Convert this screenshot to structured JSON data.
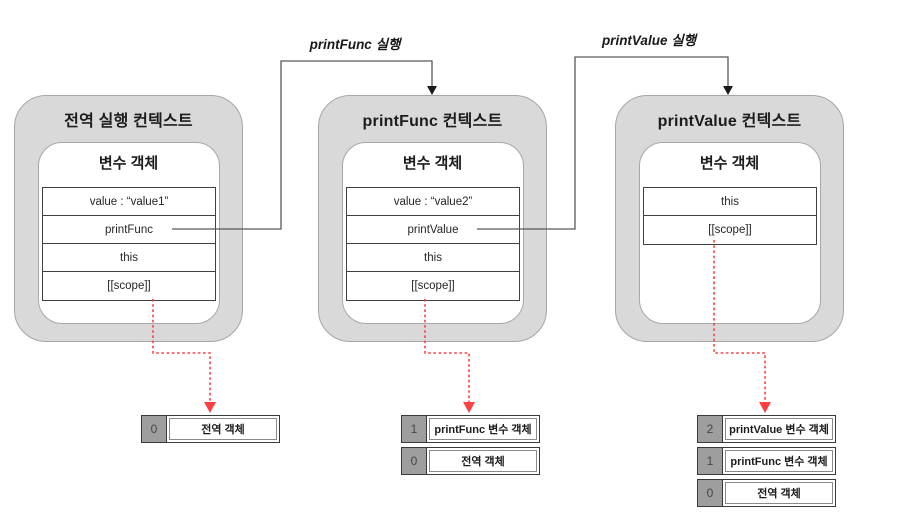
{
  "contexts": [
    {
      "title": "전역 실행 컨텍스트",
      "inner_title": "변수 객체",
      "rows": [
        "value : “value1”",
        "printFunc",
        "this",
        "[[scope]]"
      ]
    },
    {
      "title": "printFunc 컨텍스트",
      "inner_title": "변수 객체",
      "rows": [
        "value : “value2”",
        "printValue",
        "this",
        "[[scope]]"
      ]
    },
    {
      "title": "printValue 컨텍스트",
      "inner_title": "변수 객체",
      "rows": [
        "this",
        "[[scope]]"
      ]
    }
  ],
  "call_labels": [
    "printFunc 실행",
    "printValue 실행"
  ],
  "scope_stacks": [
    {
      "rows": [
        {
          "index": "0",
          "label": "전역 객체"
        }
      ]
    },
    {
      "rows": [
        {
          "index": "1",
          "label": "printFunc 변수 객체"
        },
        {
          "index": "0",
          "label": "전역 객체"
        }
      ]
    },
    {
      "rows": [
        {
          "index": "2",
          "label": "printValue 변수 객체"
        },
        {
          "index": "1",
          "label": "printFunc 변수 객체"
        },
        {
          "index": "0",
          "label": "전역 객체"
        }
      ]
    }
  ],
  "colors": {
    "context_fill": "#d9d9d9",
    "context_border": "#a6a6a6",
    "connector_line": "#595959",
    "scope_link_red": "#ff4040",
    "index_cell_fill": "#9e9e9e"
  }
}
